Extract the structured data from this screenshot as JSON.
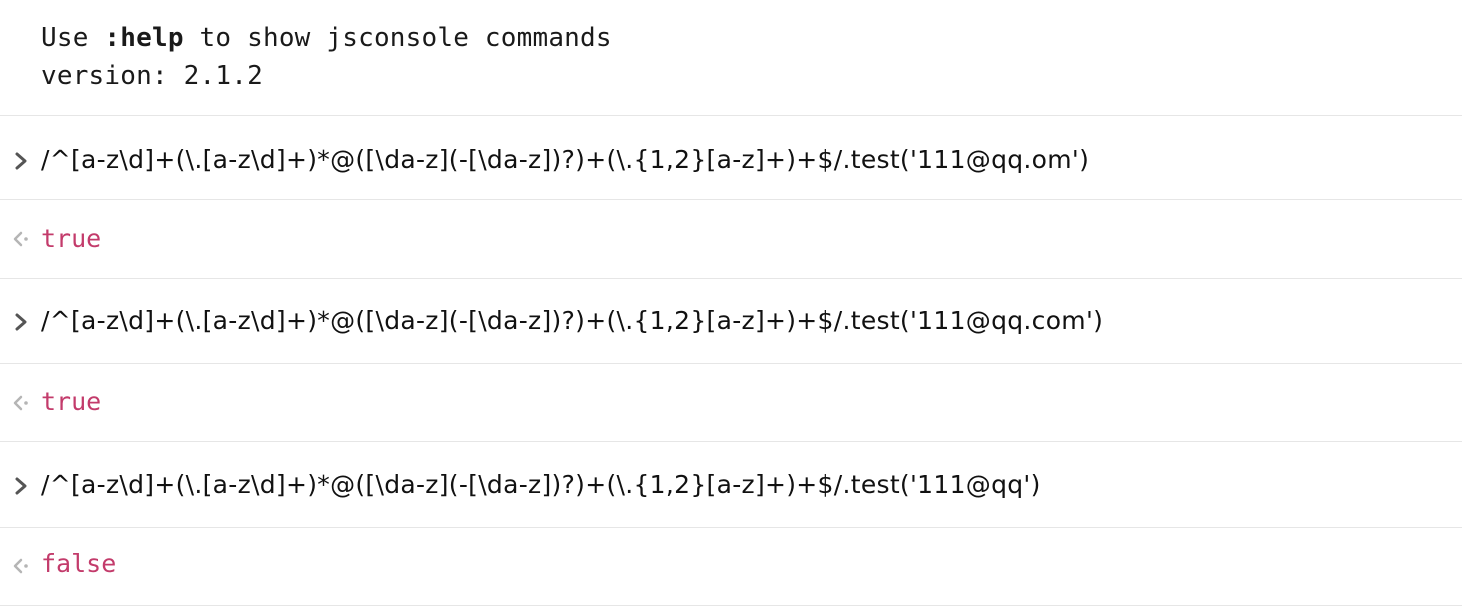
{
  "header": {
    "line1_prefix": "Use ",
    "line1_command": ":help",
    "line1_suffix": " to show jsconsole commands",
    "line2": "version: 2.1.2"
  },
  "entries": [
    {
      "kind": "input",
      "icon": "chevron-right-icon",
      "text": "/^[a-z\\d]+(\\.[a-z\\d]+)*@([\\da-z](-[\\da-z])?)+(\\.{1,2}[a-z]+)+$/.test('111@qq.om')"
    },
    {
      "kind": "output",
      "icon": "return-arrow-icon",
      "text": "true"
    },
    {
      "kind": "input",
      "icon": "chevron-right-icon",
      "text": "/^[a-z\\d]+(\\.[a-z\\d]+)*@([\\da-z](-[\\da-z])?)+(\\.{1,2}[a-z]+)+$/.test('111@qq.com')"
    },
    {
      "kind": "output",
      "icon": "return-arrow-icon",
      "text": "true"
    },
    {
      "kind": "input",
      "icon": "chevron-right-icon",
      "text": "/^[a-z\\d]+(\\.[a-z\\d]+)*@([\\da-z](-[\\da-z])?)+(\\.{1,2}[a-z]+)+$/.test('111@qq')"
    },
    {
      "kind": "output",
      "icon": "return-arrow-icon",
      "text": "false"
    }
  ],
  "colors": {
    "output_value": "#c33b6b",
    "divider": "#e6e6e6",
    "marker": "#555555",
    "output_marker": "#b5b5b5"
  }
}
